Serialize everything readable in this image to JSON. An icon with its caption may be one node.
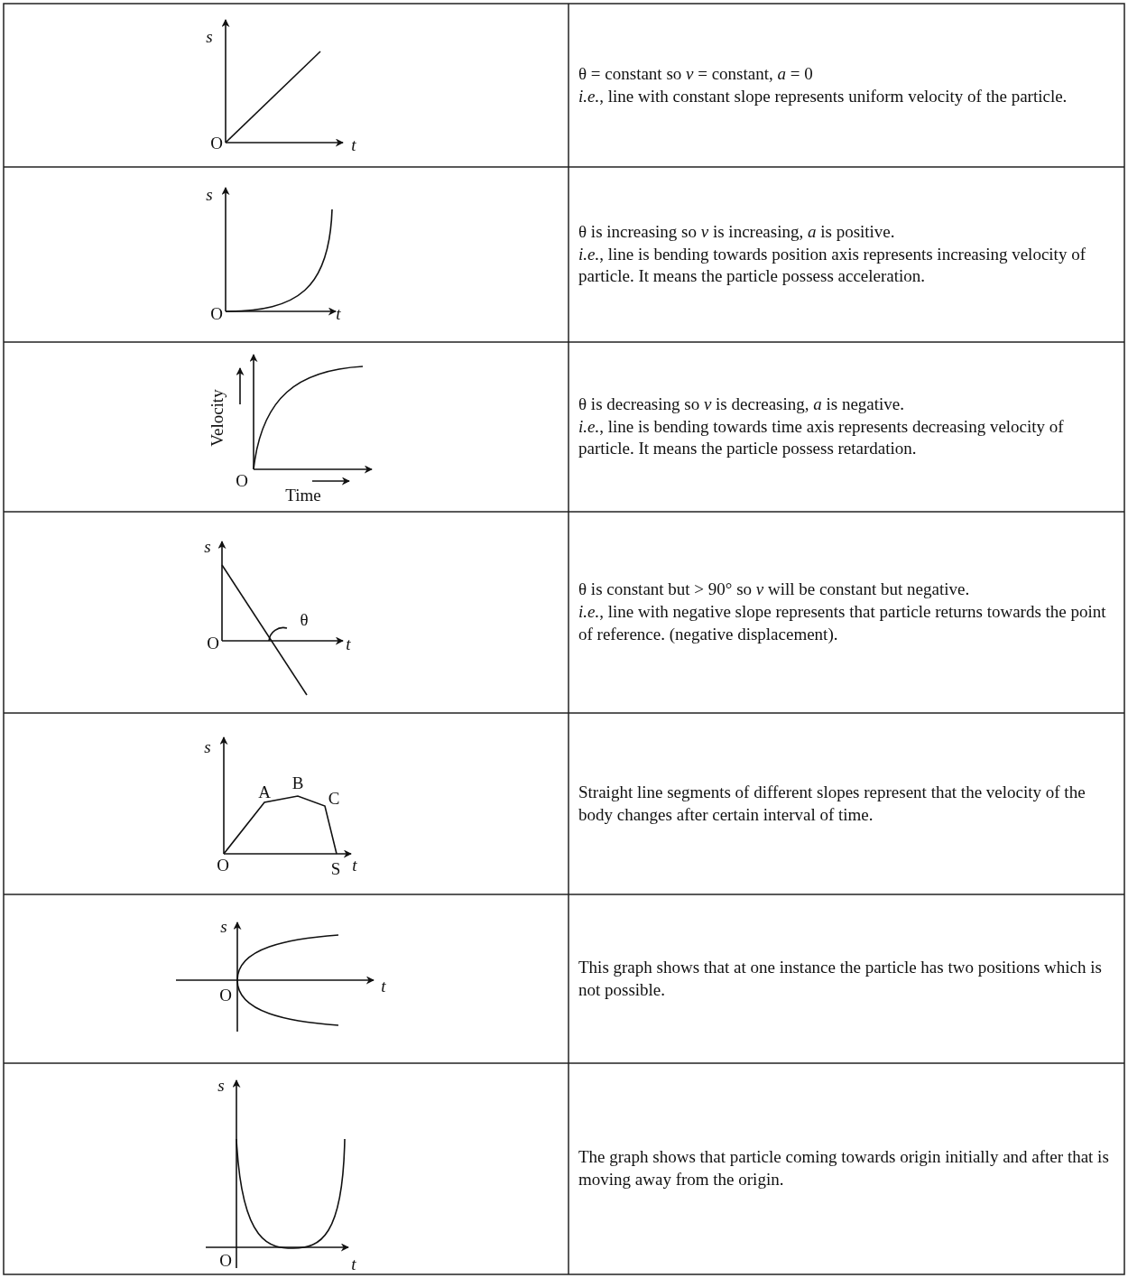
{
  "diagram": {
    "labels": [
      "s",
      "O",
      "t",
      "θ = constant so *v* = constant, *a* = 0",
      "*i.e.*, line with constant slope represents uniform velocity of the particle.",
      "s",
      "O",
      "t",
      "θ is increasing so *v* is increasing, *a* is positive.",
      "*i.e.*, line is bending towards position axis represents increasing velocity of particle. It means the particle possess acceleration.",
      "Velocity",
      "O",
      "Time",
      "θ is decreasing so *v* is decreasing, *a* is negative.",
      "*i.e.*, line is bending towards time axis represents decreasing velocity of particle. It means the particle possess retardation.",
      "s",
      "θ",
      "O",
      "t",
      "θ is constant but > 90° so *v* will be constant but negative.",
      "*i.e.*, line with negative slope represents that particle returns towards the point of reference. (negative displacement).",
      "s",
      "B",
      "A",
      "C",
      "O",
      "S",
      "t",
      "Straight line segments of different slopes represent that the velocity of the body changes after certain interval of time.",
      "s",
      "t",
      "O",
      "This graph shows that at one instance the particle has two positions which is not possible.",
      "s",
      "O",
      "t",
      "The graph shows that particle coming towards origin initially and after that is moving away from the origin."
    ]
  }
}
